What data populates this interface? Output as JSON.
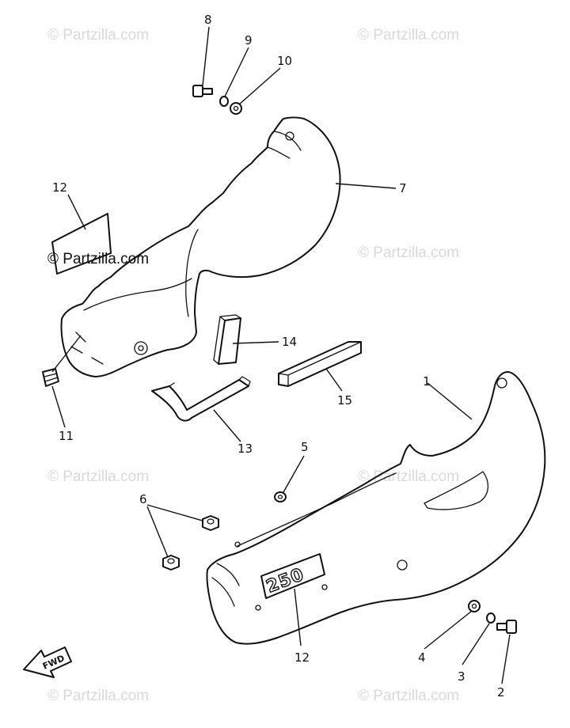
{
  "watermark": "© Partzilla.com",
  "callouts": {
    "c1": "1",
    "c2": "2",
    "c3": "3",
    "c4": "4",
    "c5": "5",
    "c6": "6",
    "c7": "7",
    "c8": "8",
    "c9": "9",
    "c10": "10",
    "c11": "11",
    "c12_top": "12",
    "c12_bottom": "12",
    "c13": "13",
    "c14": "14",
    "c15": "15"
  },
  "decal_text": "250",
  "fwd_text": "FWD",
  "colors": {
    "line": "#111111",
    "watermark": "#d9d9d9",
    "background": "#ffffff"
  }
}
